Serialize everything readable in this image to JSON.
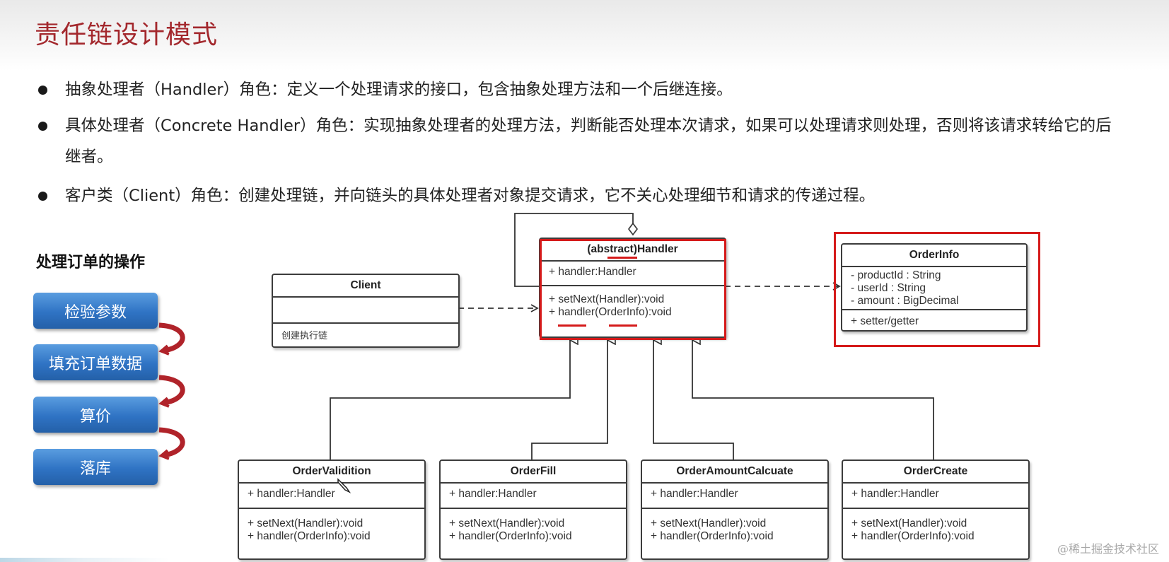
{
  "title": "责任链设计模式",
  "bullets": [
    "抽象处理者（Handler）角色：定义一个处理请求的接口，包含抽象处理方法和一个后继连接。",
    "具体处理者（Concrete Handler）角色：实现抽象处理者的处理方法，判断能否处理本次请求，如果可以处理请求则处理，否则将该请求转给它的后继者。",
    "客户类（Client）角色：创建处理链，并向链头的具体处理者对象提交请求，它不关心处理细节和请求的传递过程。"
  ],
  "section_title": "处理订单的操作",
  "steps": [
    "检验参数",
    "填充订单数据",
    "算价",
    "落库"
  ],
  "uml": {
    "client": {
      "name": "Client",
      "attributes": "",
      "methods": [
        "创建执行链"
      ]
    },
    "handler": {
      "name": "(abstract)Handler",
      "attributes": [
        "+ handler:Handler"
      ],
      "methods": [
        "+ setNext(Handler):void",
        "+ handler(OrderInfo):void"
      ]
    },
    "orderinfo": {
      "name": "OrderInfo",
      "attributes": [
        "- productId : String",
        "- userId : String",
        "- amount : BigDecimal"
      ],
      "methods": [
        "+ setter/getter"
      ]
    },
    "subclasses": [
      {
        "name": "OrderValidition",
        "attribute": "+ handler:Handler",
        "methods": [
          "+ setNext(Handler):void",
          "+ handler(OrderInfo):void"
        ]
      },
      {
        "name": "OrderFill",
        "attribute": "+ handler:Handler",
        "methods": [
          "+ setNext(Handler):void",
          "+ handler(OrderInfo):void"
        ]
      },
      {
        "name": "OrderAmountCalcuate",
        "attribute": "+ handler:Handler",
        "methods": [
          "+ setNext(Handler):void",
          "+ handler(OrderInfo):void"
        ]
      },
      {
        "name": "OrderCreate",
        "attribute": "+ handler:Handler",
        "methods": [
          "+ setNext(Handler):void",
          "+ handler(OrderInfo):void"
        ]
      }
    ]
  },
  "watermark": "@稀土掘金技术社区",
  "colors": {
    "title": "#a3282d",
    "step_button": "#2f73c4",
    "arrow": "#b0232a",
    "highlight": "#d51a1a"
  }
}
